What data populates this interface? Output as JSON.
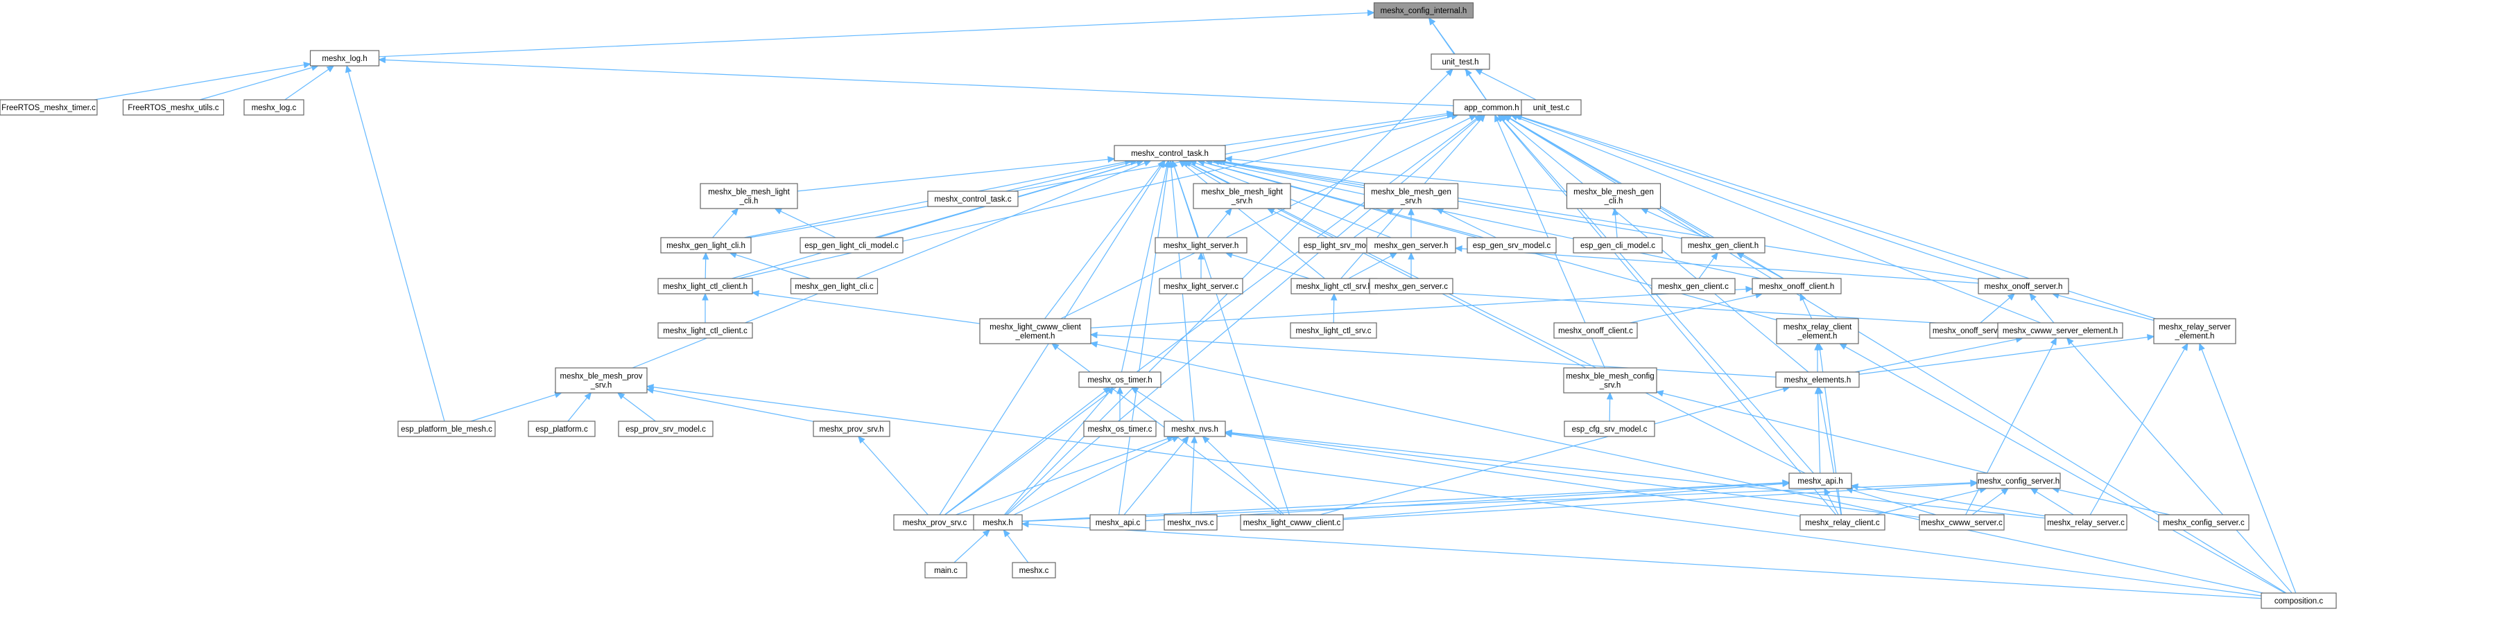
{
  "diagram": {
    "type": "include-dependency-graph",
    "root": "meshx_config_internal.h",
    "colors": {
      "edge": "#63b8ff",
      "root_fill": "#999999",
      "node_border": "#666666",
      "node_fill": "#ffffff"
    },
    "nodes": [
      {
        "id": "cfg_int",
        "lines": [
          "meshx_config_internal.h"
        ],
        "root": true
      },
      {
        "id": "log_h",
        "lines": [
          "meshx_log.h"
        ]
      },
      {
        "id": "unit_test_h",
        "lines": [
          "unit_test.h"
        ]
      },
      {
        "id": "app_common_h",
        "lines": [
          "app_common.h"
        ]
      },
      {
        "id": "frt_timer_c",
        "lines": [
          "FreeRTOS_meshx_timer.c"
        ]
      },
      {
        "id": "frt_utils_c",
        "lines": [
          "FreeRTOS_meshx_utils.c"
        ]
      },
      {
        "id": "log_c",
        "lines": [
          "meshx_log.c"
        ]
      },
      {
        "id": "unit_test_c",
        "lines": [
          "unit_test.c"
        ]
      },
      {
        "id": "ctl_task_h",
        "lines": [
          "meshx_control_task.h"
        ]
      },
      {
        "id": "ble_light_cli_h",
        "lines": [
          "meshx_ble_mesh_light",
          "_cli.h"
        ]
      },
      {
        "id": "ctl_task_c",
        "lines": [
          "meshx_control_task.c"
        ]
      },
      {
        "id": "ble_light_srv_h",
        "lines": [
          "meshx_ble_mesh_light",
          "_srv.h"
        ]
      },
      {
        "id": "ble_gen_srv_h",
        "lines": [
          "meshx_ble_mesh_gen",
          "_srv.h"
        ]
      },
      {
        "id": "ble_gen_cli_h",
        "lines": [
          "meshx_ble_mesh_gen",
          "_cli.h"
        ]
      },
      {
        "id": "gen_light_cli_h",
        "lines": [
          "meshx_gen_light_cli.h"
        ]
      },
      {
        "id": "esp_gen_light_cli_model_c",
        "lines": [
          "esp_gen_light_cli_model.c"
        ]
      },
      {
        "id": "light_server_h",
        "lines": [
          "meshx_light_server.h"
        ]
      },
      {
        "id": "esp_light_srv_model_c",
        "lines": [
          "esp_light_srv_model.c"
        ]
      },
      {
        "id": "gen_server_h",
        "lines": [
          "meshx_gen_server.h"
        ]
      },
      {
        "id": "esp_gen_srv_model_c",
        "lines": [
          "esp_gen_srv_model.c"
        ]
      },
      {
        "id": "esp_gen_cli_model_c",
        "lines": [
          "esp_gen_cli_model.c"
        ]
      },
      {
        "id": "gen_client_h",
        "lines": [
          "meshx_gen_client.h"
        ]
      },
      {
        "id": "light_ctl_client_h",
        "lines": [
          "meshx_light_ctl_client.h"
        ]
      },
      {
        "id": "gen_light_cli_c",
        "lines": [
          "meshx_gen_light_cli.c"
        ]
      },
      {
        "id": "light_server_c",
        "lines": [
          "meshx_light_server.c"
        ]
      },
      {
        "id": "light_ctl_srv_h",
        "lines": [
          "meshx_light_ctl_srv.h"
        ]
      },
      {
        "id": "gen_server_c",
        "lines": [
          "meshx_gen_server.c"
        ]
      },
      {
        "id": "gen_client_c",
        "lines": [
          "meshx_gen_client.c"
        ]
      },
      {
        "id": "onoff_client_h",
        "lines": [
          "meshx_onoff_client.h"
        ]
      },
      {
        "id": "onoff_server_h",
        "lines": [
          "meshx_onoff_server.h"
        ]
      },
      {
        "id": "light_ctl_client_c",
        "lines": [
          "meshx_light_ctl_client.c"
        ]
      },
      {
        "id": "light_cwww_client_element_h",
        "lines": [
          "meshx_light_cwww_client",
          "_element.h"
        ]
      },
      {
        "id": "light_ctl_srv_c",
        "lines": [
          "meshx_light_ctl_srv.c"
        ]
      },
      {
        "id": "onoff_client_c",
        "lines": [
          "meshx_onoff_client.c"
        ]
      },
      {
        "id": "relay_client_element_h",
        "lines": [
          "meshx_relay_client",
          "_element.h"
        ]
      },
      {
        "id": "onoff_server_c",
        "lines": [
          "meshx_onoff_server.c"
        ]
      },
      {
        "id": "cwww_server_element_h",
        "lines": [
          "meshx_cwww_server_element.h"
        ]
      },
      {
        "id": "relay_server_element_h",
        "lines": [
          "meshx_relay_server",
          "_element.h"
        ]
      },
      {
        "id": "ble_prov_srv_h",
        "lines": [
          "meshx_ble_mesh_prov",
          "_srv.h"
        ]
      },
      {
        "id": "os_timer_h",
        "lines": [
          "meshx_os_timer.h"
        ]
      },
      {
        "id": "elements_h",
        "lines": [
          "meshx_elements.h"
        ]
      },
      {
        "id": "ble_config_srv_h",
        "lines": [
          "meshx_ble_mesh_config",
          "_srv.h"
        ]
      },
      {
        "id": "esp_platform_ble_mesh_c",
        "lines": [
          "esp_platform_ble_mesh.c"
        ]
      },
      {
        "id": "esp_platform_c",
        "lines": [
          "esp_platform.c"
        ]
      },
      {
        "id": "esp_prov_srv_model_c",
        "lines": [
          "esp_prov_srv_model.c"
        ]
      },
      {
        "id": "prov_srv_h",
        "lines": [
          "meshx_prov_srv.h"
        ]
      },
      {
        "id": "os_timer_c",
        "lines": [
          "meshx_os_timer.c"
        ]
      },
      {
        "id": "nvs_h",
        "lines": [
          "meshx_nvs.h"
        ]
      },
      {
        "id": "esp_cfg_srv_model_c",
        "lines": [
          "esp_cfg_srv_model.c"
        ]
      },
      {
        "id": "api_h",
        "lines": [
          "meshx_api.h"
        ]
      },
      {
        "id": "config_server_h",
        "lines": [
          "meshx_config_server.h"
        ]
      },
      {
        "id": "prov_srv_c",
        "lines": [
          "meshx_prov_srv.c"
        ]
      },
      {
        "id": "meshx_h",
        "lines": [
          "meshx.h"
        ]
      },
      {
        "id": "api_c",
        "lines": [
          "meshx_api.c"
        ]
      },
      {
        "id": "nvs_c",
        "lines": [
          "meshx_nvs.c"
        ]
      },
      {
        "id": "light_cwww_client_c",
        "lines": [
          "meshx_light_cwww_client.c"
        ]
      },
      {
        "id": "relay_client_c",
        "lines": [
          "meshx_relay_client.c"
        ]
      },
      {
        "id": "cwww_server_c",
        "lines": [
          "meshx_cwww_server.c"
        ]
      },
      {
        "id": "relay_server_c",
        "lines": [
          "meshx_relay_server.c"
        ]
      },
      {
        "id": "config_server_c",
        "lines": [
          "meshx_config_server.c"
        ]
      },
      {
        "id": "main_c",
        "lines": [
          "main.c"
        ]
      },
      {
        "id": "meshx_c",
        "lines": [
          "meshx.c"
        ]
      },
      {
        "id": "composition_c",
        "lines": [
          "composition.c"
        ]
      }
    ],
    "edges": [
      [
        "log_h",
        "cfg_int"
      ],
      [
        "unit_test_h",
        "cfg_int"
      ],
      [
        "app_common_h",
        "cfg_int"
      ],
      [
        "frt_timer_c",
        "log_h"
      ],
      [
        "frt_utils_c",
        "log_h"
      ],
      [
        "log_c",
        "log_h"
      ],
      [
        "app_common_h",
        "log_h"
      ],
      [
        "esp_platform_ble_mesh_c",
        "log_h"
      ],
      [
        "app_common_h",
        "unit_test_h"
      ],
      [
        "unit_test_c",
        "unit_test_h"
      ],
      [
        "meshx_h",
        "unit_test_h"
      ],
      [
        "ctl_task_h",
        "app_common_h"
      ],
      [
        "gen_light_cli_h",
        "app_common_h"
      ],
      [
        "light_ctl_client_h",
        "app_common_h"
      ],
      [
        "light_cwww_client_element_h",
        "app_common_h"
      ],
      [
        "elements_h",
        "app_common_h"
      ],
      [
        "onoff_client_h",
        "app_common_h"
      ],
      [
        "onoff_server_h",
        "app_common_h"
      ],
      [
        "cwww_server_element_h",
        "app_common_h"
      ],
      [
        "relay_server_element_h",
        "app_common_h"
      ],
      [
        "api_h",
        "app_common_h"
      ],
      [
        "meshx_h",
        "app_common_h"
      ],
      [
        "composition_c",
        "app_common_h"
      ],
      [
        "relay_client_c",
        "app_common_h"
      ],
      [
        "light_ctl_srv_h",
        "app_common_h"
      ],
      [
        "gen_client_h",
        "app_common_h"
      ],
      [
        "ble_config_srv_h",
        "app_common_h"
      ],
      [
        "prov_srv_c",
        "app_common_h"
      ],
      [
        "ble_light_cli_h",
        "ctl_task_h"
      ],
      [
        "ctl_task_c",
        "ctl_task_h"
      ],
      [
        "ble_light_srv_h",
        "ctl_task_h"
      ],
      [
        "ble_gen_srv_h",
        "ctl_task_h"
      ],
      [
        "ble_gen_cli_h",
        "ctl_task_h"
      ],
      [
        "gen_light_cli_h",
        "ctl_task_h"
      ],
      [
        "esp_gen_light_cli_model_c",
        "ctl_task_h"
      ],
      [
        "light_server_h",
        "ctl_task_h"
      ],
      [
        "esp_gen_srv_model_c",
        "ctl_task_h"
      ],
      [
        "gen_server_h",
        "ctl_task_h"
      ],
      [
        "gen_client_h",
        "ctl_task_h"
      ],
      [
        "light_ctl_client_h",
        "ctl_task_h"
      ],
      [
        "light_ctl_srv_h",
        "ctl_task_h"
      ],
      [
        "onoff_client_h",
        "ctl_task_h"
      ],
      [
        "onoff_server_h",
        "ctl_task_h"
      ],
      [
        "light_cwww_client_element_h",
        "ctl_task_h"
      ],
      [
        "relay_client_element_h",
        "ctl_task_h"
      ],
      [
        "ble_prov_srv_h",
        "ctl_task_h"
      ],
      [
        "os_timer_h",
        "ctl_task_h"
      ],
      [
        "nvs_h",
        "ctl_task_h"
      ],
      [
        "api_c",
        "ctl_task_h"
      ],
      [
        "light_cwww_client_c",
        "ctl_task_h"
      ],
      [
        "ble_config_srv_h",
        "ctl_task_h"
      ],
      [
        "api_h",
        "ctl_task_h"
      ],
      [
        "prov_srv_c",
        "ctl_task_h"
      ],
      [
        "gen_light_cli_h",
        "ble_light_cli_h"
      ],
      [
        "esp_gen_light_cli_model_c",
        "ble_light_cli_h"
      ],
      [
        "light_server_h",
        "ble_light_srv_h"
      ],
      [
        "esp_light_srv_model_c",
        "ble_light_srv_h"
      ],
      [
        "esp_light_srv_model_c",
        "ble_gen_srv_h"
      ],
      [
        "gen_server_h",
        "ble_gen_srv_h"
      ],
      [
        "esp_gen_srv_model_c",
        "ble_gen_srv_h"
      ],
      [
        "esp_gen_cli_model_c",
        "ble_gen_cli_h"
      ],
      [
        "gen_client_h",
        "ble_gen_cli_h"
      ],
      [
        "light_ctl_client_h",
        "gen_light_cli_h"
      ],
      [
        "gen_light_cli_c",
        "gen_light_cli_h"
      ],
      [
        "light_server_c",
        "light_server_h"
      ],
      [
        "light_ctl_srv_h",
        "light_server_h"
      ],
      [
        "light_ctl_srv_h",
        "gen_server_h"
      ],
      [
        "gen_server_c",
        "gen_server_h"
      ],
      [
        "onoff_server_h",
        "gen_server_h"
      ],
      [
        "gen_client_c",
        "gen_client_h"
      ],
      [
        "onoff_client_h",
        "gen_client_h"
      ],
      [
        "light_ctl_client_c",
        "light_ctl_client_h"
      ],
      [
        "light_cwww_client_element_h",
        "light_ctl_client_h"
      ],
      [
        "light_ctl_srv_c",
        "light_ctl_srv_h"
      ],
      [
        "cwww_server_element_h",
        "light_ctl_srv_h"
      ],
      [
        "onoff_client_c",
        "onoff_client_h"
      ],
      [
        "relay_client_element_h",
        "onoff_client_h"
      ],
      [
        "light_cwww_client_element_h",
        "onoff_client_h"
      ],
      [
        "onoff_server_c",
        "onoff_server_h"
      ],
      [
        "cwww_server_element_h",
        "onoff_server_h"
      ],
      [
        "relay_server_element_h",
        "onoff_server_h"
      ],
      [
        "elements_h",
        "light_cwww_client_element_h"
      ],
      [
        "light_cwww_client_c",
        "light_cwww_client_element_h"
      ],
      [
        "composition_c",
        "light_cwww_client_element_h"
      ],
      [
        "elements_h",
        "relay_client_element_h"
      ],
      [
        "relay_client_c",
        "relay_client_element_h"
      ],
      [
        "composition_c",
        "relay_client_element_h"
      ],
      [
        "elements_h",
        "cwww_server_element_h"
      ],
      [
        "cwww_server_c",
        "cwww_server_element_h"
      ],
      [
        "composition_c",
        "cwww_server_element_h"
      ],
      [
        "elements_h",
        "relay_server_element_h"
      ],
      [
        "relay_server_c",
        "relay_server_element_h"
      ],
      [
        "composition_c",
        "relay_server_element_h"
      ],
      [
        "esp_platform_ble_mesh_c",
        "ble_prov_srv_h"
      ],
      [
        "esp_platform_c",
        "ble_prov_srv_h"
      ],
      [
        "esp_prov_srv_model_c",
        "ble_prov_srv_h"
      ],
      [
        "prov_srv_h",
        "ble_prov_srv_h"
      ],
      [
        "composition_c",
        "ble_prov_srv_h"
      ],
      [
        "os_timer_c",
        "os_timer_h"
      ],
      [
        "nvs_h",
        "os_timer_h"
      ],
      [
        "prov_srv_c",
        "os_timer_h"
      ],
      [
        "meshx_h",
        "os_timer_h"
      ],
      [
        "api_h",
        "elements_h"
      ],
      [
        "light_cwww_client_c",
        "elements_h"
      ],
      [
        "relay_client_c",
        "elements_h"
      ],
      [
        "esp_cfg_srv_model_c",
        "ble_config_srv_h"
      ],
      [
        "config_server_h",
        "ble_config_srv_h"
      ],
      [
        "prov_srv_c",
        "prov_srv_h"
      ],
      [
        "meshx_h",
        "nvs_h"
      ],
      [
        "api_c",
        "nvs_h"
      ],
      [
        "nvs_c",
        "nvs_h"
      ],
      [
        "light_cwww_client_c",
        "nvs_h"
      ],
      [
        "relay_client_c",
        "nvs_h"
      ],
      [
        "cwww_server_c",
        "nvs_h"
      ],
      [
        "relay_server_c",
        "nvs_h"
      ],
      [
        "prov_srv_c",
        "nvs_h"
      ],
      [
        "meshx_h",
        "api_h"
      ],
      [
        "api_c",
        "api_h"
      ],
      [
        "light_cwww_client_c",
        "api_h"
      ],
      [
        "relay_client_c",
        "api_h"
      ],
      [
        "cwww_server_c",
        "api_h"
      ],
      [
        "relay_server_c",
        "api_h"
      ],
      [
        "relay_client_c",
        "config_server_h"
      ],
      [
        "cwww_server_c",
        "config_server_h"
      ],
      [
        "relay_server_c",
        "config_server_h"
      ],
      [
        "config_server_c",
        "config_server_h"
      ],
      [
        "light_cwww_client_c",
        "config_server_h"
      ],
      [
        "meshx_h",
        "config_server_h"
      ],
      [
        "main_c",
        "meshx_h"
      ],
      [
        "meshx_c",
        "meshx_h"
      ],
      [
        "composition_c",
        "meshx_h"
      ]
    ]
  }
}
